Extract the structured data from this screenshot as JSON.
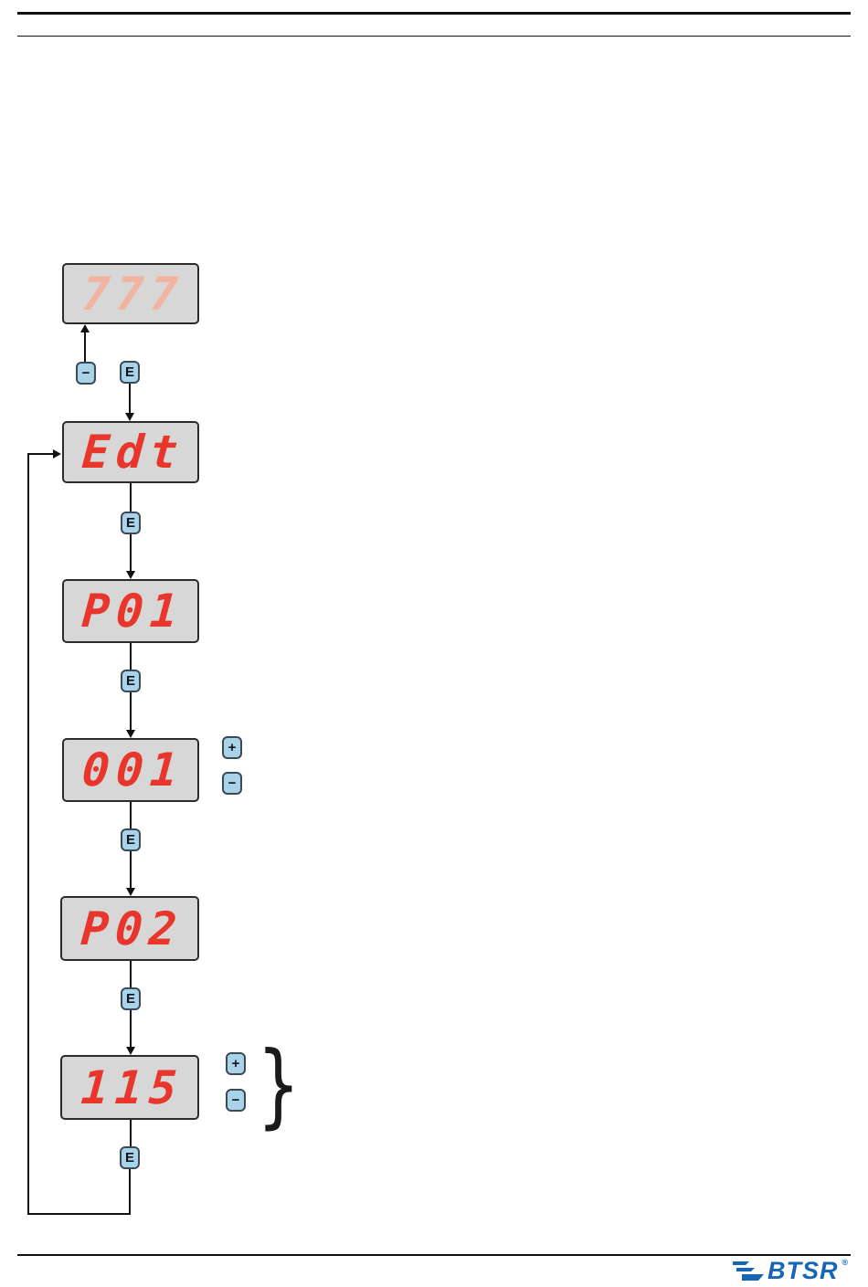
{
  "flow": {
    "displays": [
      {
        "name": "startup-value",
        "text": "777",
        "color": "#f2b3a1"
      },
      {
        "name": "edit-menu",
        "text": "Edt",
        "color": "#e8362c"
      },
      {
        "name": "param-01",
        "text": "P01",
        "color": "#e8362c"
      },
      {
        "name": "param-01-value",
        "text": "001",
        "color": "#e8362c"
      },
      {
        "name": "param-02",
        "text": "P02",
        "color": "#e8362c"
      },
      {
        "name": "param-02-value",
        "text": "115",
        "color": "#e8362c"
      }
    ],
    "buttons": {
      "enter": "E",
      "plus": "+",
      "minus": "−"
    },
    "brace_glyph": "}"
  },
  "footer": {
    "brand": "BTSR",
    "registered": "®"
  }
}
